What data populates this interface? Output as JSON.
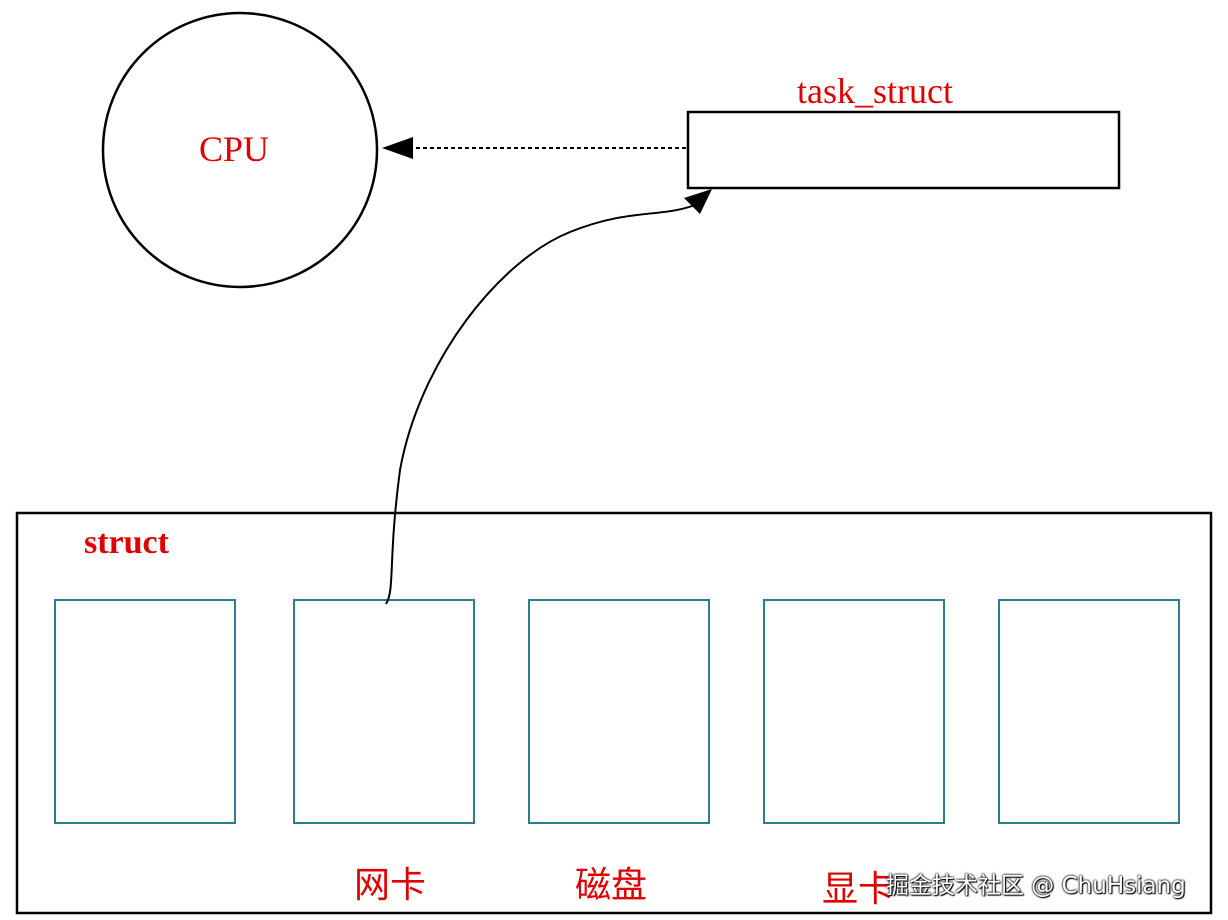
{
  "diagram": {
    "cpu_label": "CPU",
    "task_struct_label": "task_struct",
    "struct_label": "struct",
    "device_labels": [
      "网卡",
      "磁盘",
      "显卡"
    ],
    "watermark": "掘金技术社区 @ ChuHsiang",
    "colors": {
      "label": "#e00000",
      "outline": "#000000",
      "device_box": "#2e7d8a"
    }
  }
}
